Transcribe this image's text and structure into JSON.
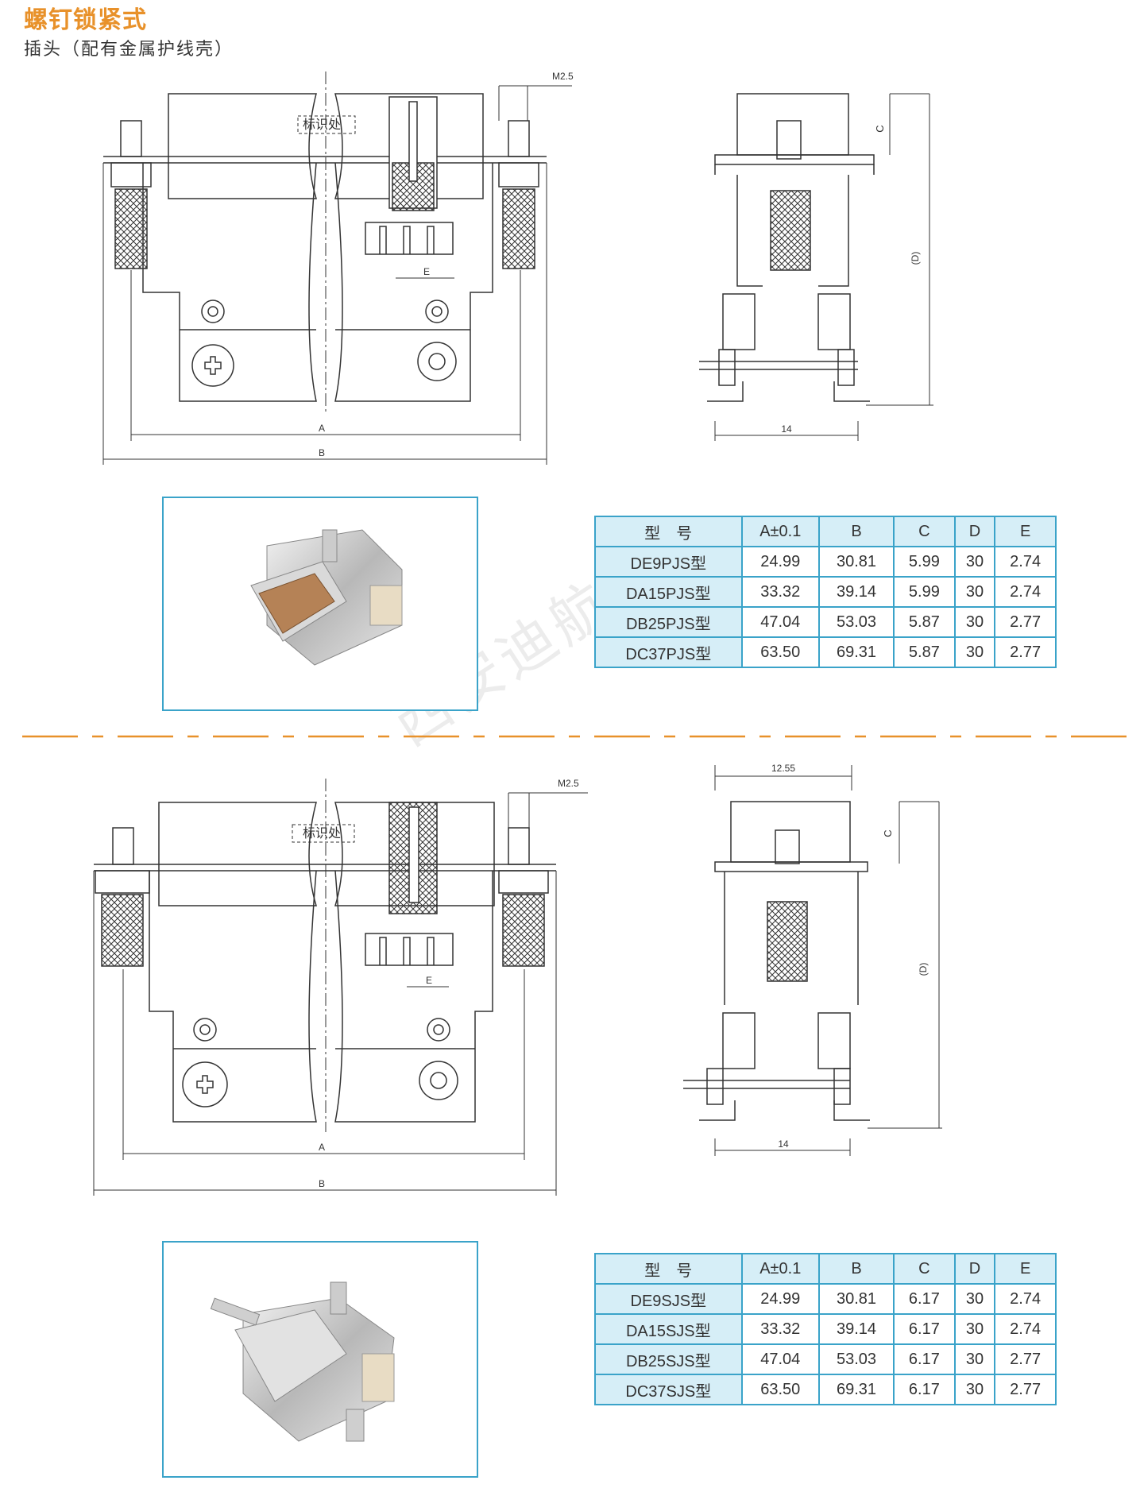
{
  "header": {
    "title": "螺钉锁紧式",
    "subtitle": "插头（配有金属护线壳）"
  },
  "watermark": "西安迪航电子",
  "drawing_labels": {
    "mark_label": "标识处",
    "thread": "M2.5",
    "dim_a": "A",
    "dim_b": "B",
    "dim_c": "C",
    "dim_d": "(D)",
    "dim_e": "E",
    "width_14": "14",
    "width_1255": "12.55"
  },
  "tables": [
    {
      "headers": [
        "型　号",
        "A±0.1",
        "B",
        "C",
        "D",
        "E"
      ],
      "rows": [
        [
          "DE9PJS型",
          "24.99",
          "30.81",
          "5.99",
          "30",
          "2.74"
        ],
        [
          "DA15PJS型",
          "33.32",
          "39.14",
          "5.99",
          "30",
          "2.74"
        ],
        [
          "DB25PJS型",
          "47.04",
          "53.03",
          "5.87",
          "30",
          "2.77"
        ],
        [
          "DC37PJS型",
          "63.50",
          "69.31",
          "5.87",
          "30",
          "2.77"
        ]
      ]
    },
    {
      "headers": [
        "型　号",
        "A±0.1",
        "B",
        "C",
        "D",
        "E"
      ],
      "rows": [
        [
          "DE9SJS型",
          "24.99",
          "30.81",
          "6.17",
          "30",
          "2.74"
        ],
        [
          "DA15SJS型",
          "33.32",
          "39.14",
          "6.17",
          "30",
          "2.74"
        ],
        [
          "DB25SJS型",
          "47.04",
          "53.03",
          "6.17",
          "30",
          "2.77"
        ],
        [
          "DC37SJS型",
          "63.50",
          "69.31",
          "6.17",
          "30",
          "2.77"
        ]
      ]
    }
  ],
  "colors": {
    "accent": "#e8912a",
    "table_border": "#3aa3c9",
    "table_header_bg": "#d6eef7"
  }
}
